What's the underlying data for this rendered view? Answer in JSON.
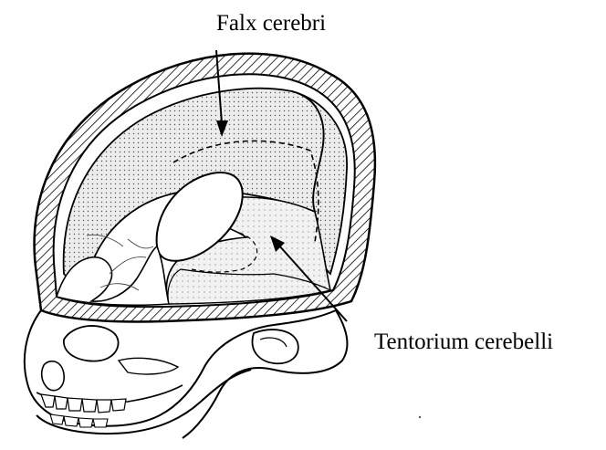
{
  "labels": {
    "falx": "Falx cerebri",
    "tentorium": "Tentorium cerebelli"
  },
  "colors": {
    "ink": "#000000",
    "membrane": "#d4d4d4",
    "stipple": "#e6e6e6",
    "paper": "#ffffff"
  },
  "icons": {
    "skull": "skull-cutaway-illustration"
  }
}
